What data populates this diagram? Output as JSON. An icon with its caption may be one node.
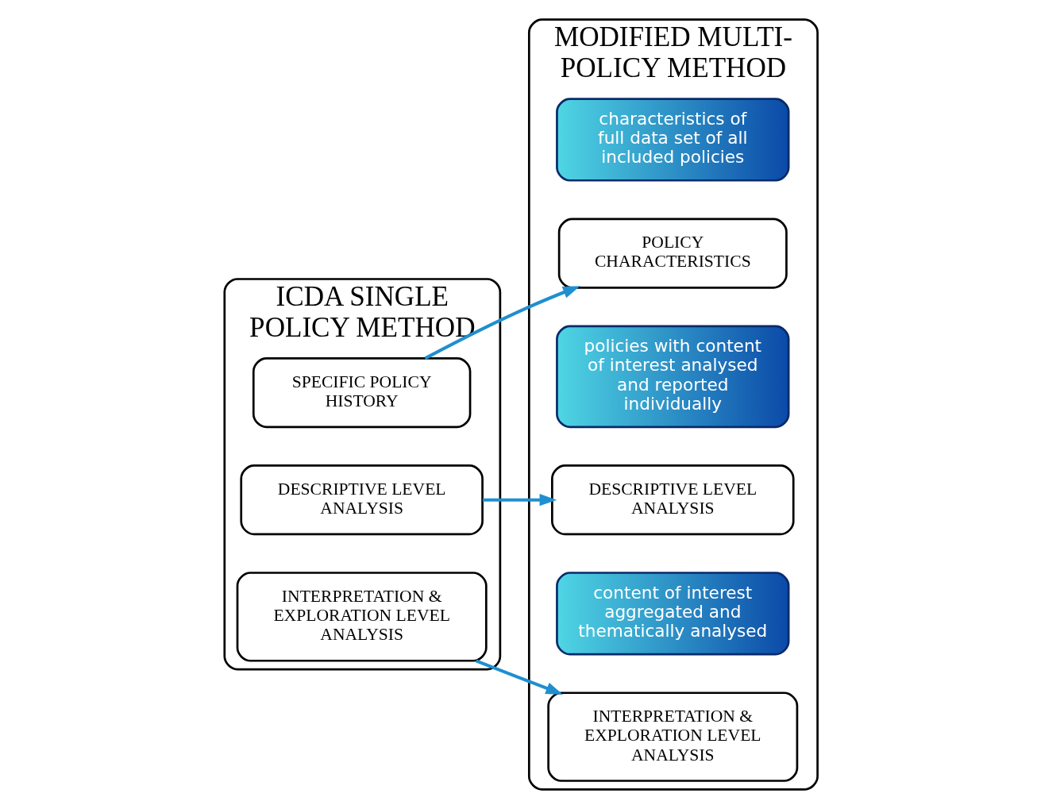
{
  "diagram": {
    "nodes": [
      {
        "text": [
          "ICDA SINGLE POLICY METHOD"
        ]
      },
      {
        "text": [
          "SPECIFIC POLICY HISTORY"
        ],
        "in": 0
      },
      {
        "text": [
          "DESCRIPTIVE LEVEL ANALYSIS"
        ],
        "in": 0
      },
      {
        "text": [
          "INTERPRETATION & EXPLORATION LEVEL ANALYSIS"
        ],
        "in": 0
      },
      {
        "text": [
          "MODIFIED MULTI-POLICY METHOD"
        ]
      },
      {
        "text": [
          "POLICY CHARACTERISTICS"
        ],
        "in": 4
      },
      {
        "text": [
          "characteristics of full data set of all included policies"
        ],
        "in": 4
      },
      {
        "text": [
          "DESCRIPTIVE LEVEL ANALYSIS"
        ],
        "in": 4
      },
      {
        "text": [
          "policies with content of interest analysed and reported individually"
        ],
        "in": 4
      },
      {
        "text": [
          "INTERPRETATION & EXPLORATION LEVEL ANALYSIS"
        ],
        "in": 4
      },
      {
        "text": [
          "content of interest aggregated and thematically analysed"
        ],
        "in": 4
      }
    ],
    "edges": [
      {
        "from": 1,
        "to": 5,
        "arrow": "to"
      },
      {
        "from": 2,
        "to": 7,
        "arrow": "to"
      },
      {
        "from": 3,
        "to": 9,
        "arrow": "to"
      }
    ]
  }
}
